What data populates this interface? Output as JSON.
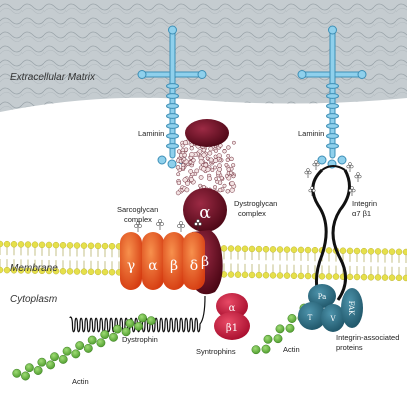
{
  "regions": {
    "extracellular": "Extracellular Matrix",
    "membrane": "Membrane",
    "cytoplasm": "Cytoplasm"
  },
  "labels": {
    "laminin_left": "Laminin",
    "laminin_right": "Laminin",
    "sarcoglycan_line1": "Sarcoglycan",
    "sarcoglycan_line2": "complex",
    "dystroglycan_line1": "Dystroglycan",
    "dystroglycan_line2": "complex",
    "integrin_line1": "Integrin",
    "integrin_line2": "α7 β1",
    "dystrophin": "Dystrophin",
    "syntrophins": "Syntrophins",
    "actin_left": "Actin",
    "actin_right": "Actin",
    "integrin_assoc_line1": "Integrin-associated",
    "integrin_assoc_line2": "proteins"
  },
  "subunits": {
    "sarcoglycan": [
      "γ",
      "α",
      "β",
      "δ"
    ],
    "dystroglycan_alpha": "α",
    "dystroglycan_beta": "β",
    "syntrophin_alpha": "α",
    "syntrophin_beta1": "β1",
    "integrin_assoc": [
      "Pa",
      "T",
      "V",
      "FAK"
    ]
  },
  "colors": {
    "matrix": "#a9b3b9",
    "laminin": "#7fc7e6",
    "membrane_head": "#e6e04a",
    "sarcoglycan": "#e8531f",
    "dystroglycan": "#6e1023",
    "syntrophin": "#c4123a",
    "integrin_assoc": "#2f6f86",
    "actin": "#6dbb45"
  }
}
